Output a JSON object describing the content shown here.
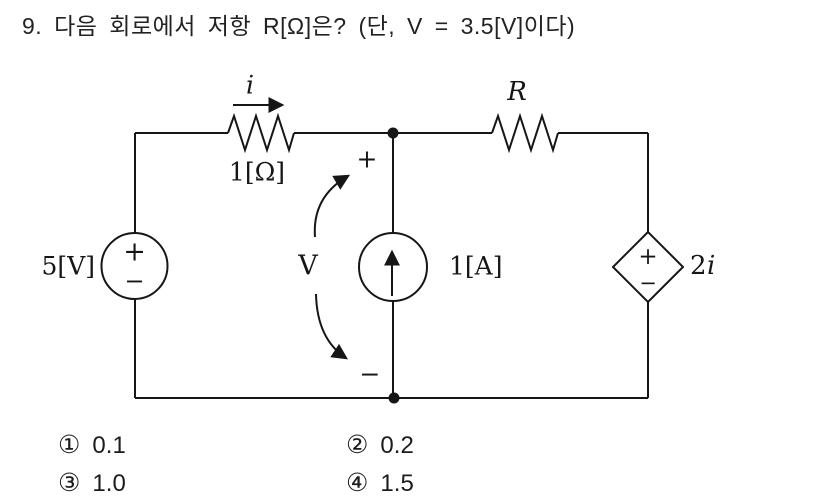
{
  "question": {
    "title": "9. 다음 회로에서 저항 R[Ω]은? (단, V = 3.5[V]이다)"
  },
  "circuit": {
    "voltage_source_label": "5[V]",
    "voltage_source_plus": "+",
    "voltage_source_minus": "−",
    "resistor1_label": "1[Ω]",
    "current_label": "i",
    "v_plus": "+",
    "v_minus": "−",
    "v_label": "V",
    "current_source_label": "1[A]",
    "resistor2_label": "R",
    "dependent_source_plus": "+",
    "dependent_source_minus": "−",
    "dependent_source_coeff": "2",
    "dependent_source_var": "i"
  },
  "options": [
    {
      "marker": "①",
      "value": "0.1"
    },
    {
      "marker": "②",
      "value": "0.2"
    },
    {
      "marker": "③",
      "value": "1.0"
    },
    {
      "marker": "④",
      "value": "1.5"
    }
  ]
}
